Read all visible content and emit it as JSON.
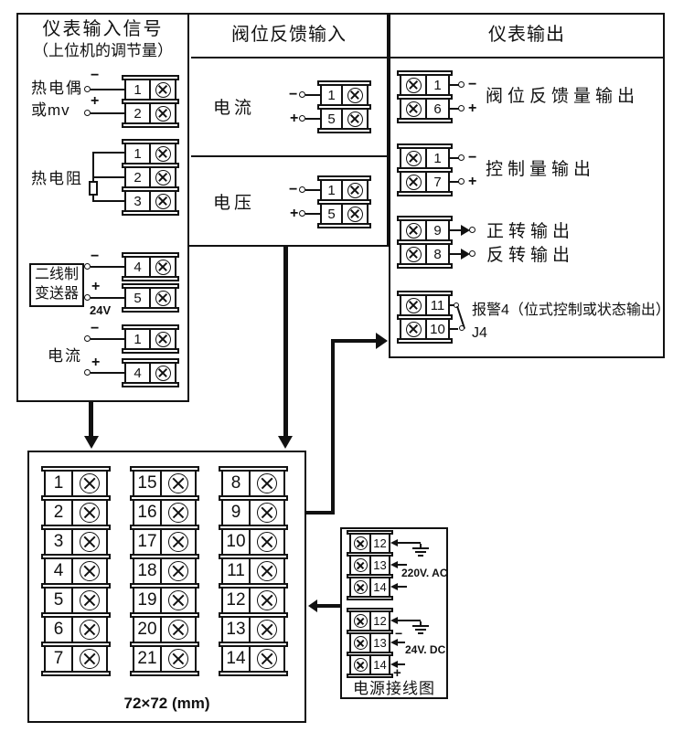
{
  "signs": {
    "minus": "−",
    "plus": "+"
  },
  "input_box": {
    "title_line1": "仪表输入信号",
    "title_line2": "（上位机的调节量）",
    "thermocouple": {
      "label_line1": "热电偶",
      "label_line2": "或mv",
      "terminals": [
        "1",
        "2"
      ]
    },
    "rtd": {
      "label": "热电阻",
      "terminals": [
        "1",
        "2",
        "3"
      ]
    },
    "transmitter": {
      "label_line1": "二线制",
      "label_line2": "变送器",
      "voltage_note": "24V",
      "terminals": [
        "4",
        "5"
      ]
    },
    "current": {
      "label": "电流",
      "terminals": [
        "1",
        "4"
      ]
    }
  },
  "valve_box": {
    "title": "阀位反馈输入",
    "current": {
      "label": "电流",
      "terminals": [
        "1",
        "5"
      ]
    },
    "voltage": {
      "label": "电压",
      "terminals": [
        "1",
        "5"
      ]
    }
  },
  "output_box": {
    "title": "仪表输出",
    "valve_feedback_out": {
      "label": "阀位反馈量输出",
      "terminals": [
        "1",
        "6"
      ]
    },
    "control_out": {
      "label": "控制量输出",
      "terminals": [
        "1",
        "7"
      ]
    },
    "forward_out": {
      "label": "正转输出",
      "terminal": "9"
    },
    "reverse_out": {
      "label": "反转输出",
      "terminal": "8"
    },
    "alarm_out": {
      "label": "报警4（位式控制或状态输出）",
      "sublabel": "J4",
      "terminals": [
        "11",
        "10"
      ]
    }
  },
  "terminal_block": {
    "caption": "72×72 (mm)",
    "col1": [
      "1",
      "2",
      "3",
      "4",
      "5",
      "6",
      "7"
    ],
    "col2": [
      "15",
      "16",
      "17",
      "18",
      "19",
      "20",
      "21"
    ],
    "col3": [
      "8",
      "9",
      "10",
      "11",
      "12",
      "13",
      "14"
    ]
  },
  "power_box": {
    "caption": "电源接线图",
    "ac": {
      "label": "220V. AC",
      "terminals": [
        "12",
        "13",
        "14"
      ]
    },
    "dc": {
      "label": "24V. DC",
      "terminals": [
        "12",
        "13",
        "14"
      ]
    }
  }
}
